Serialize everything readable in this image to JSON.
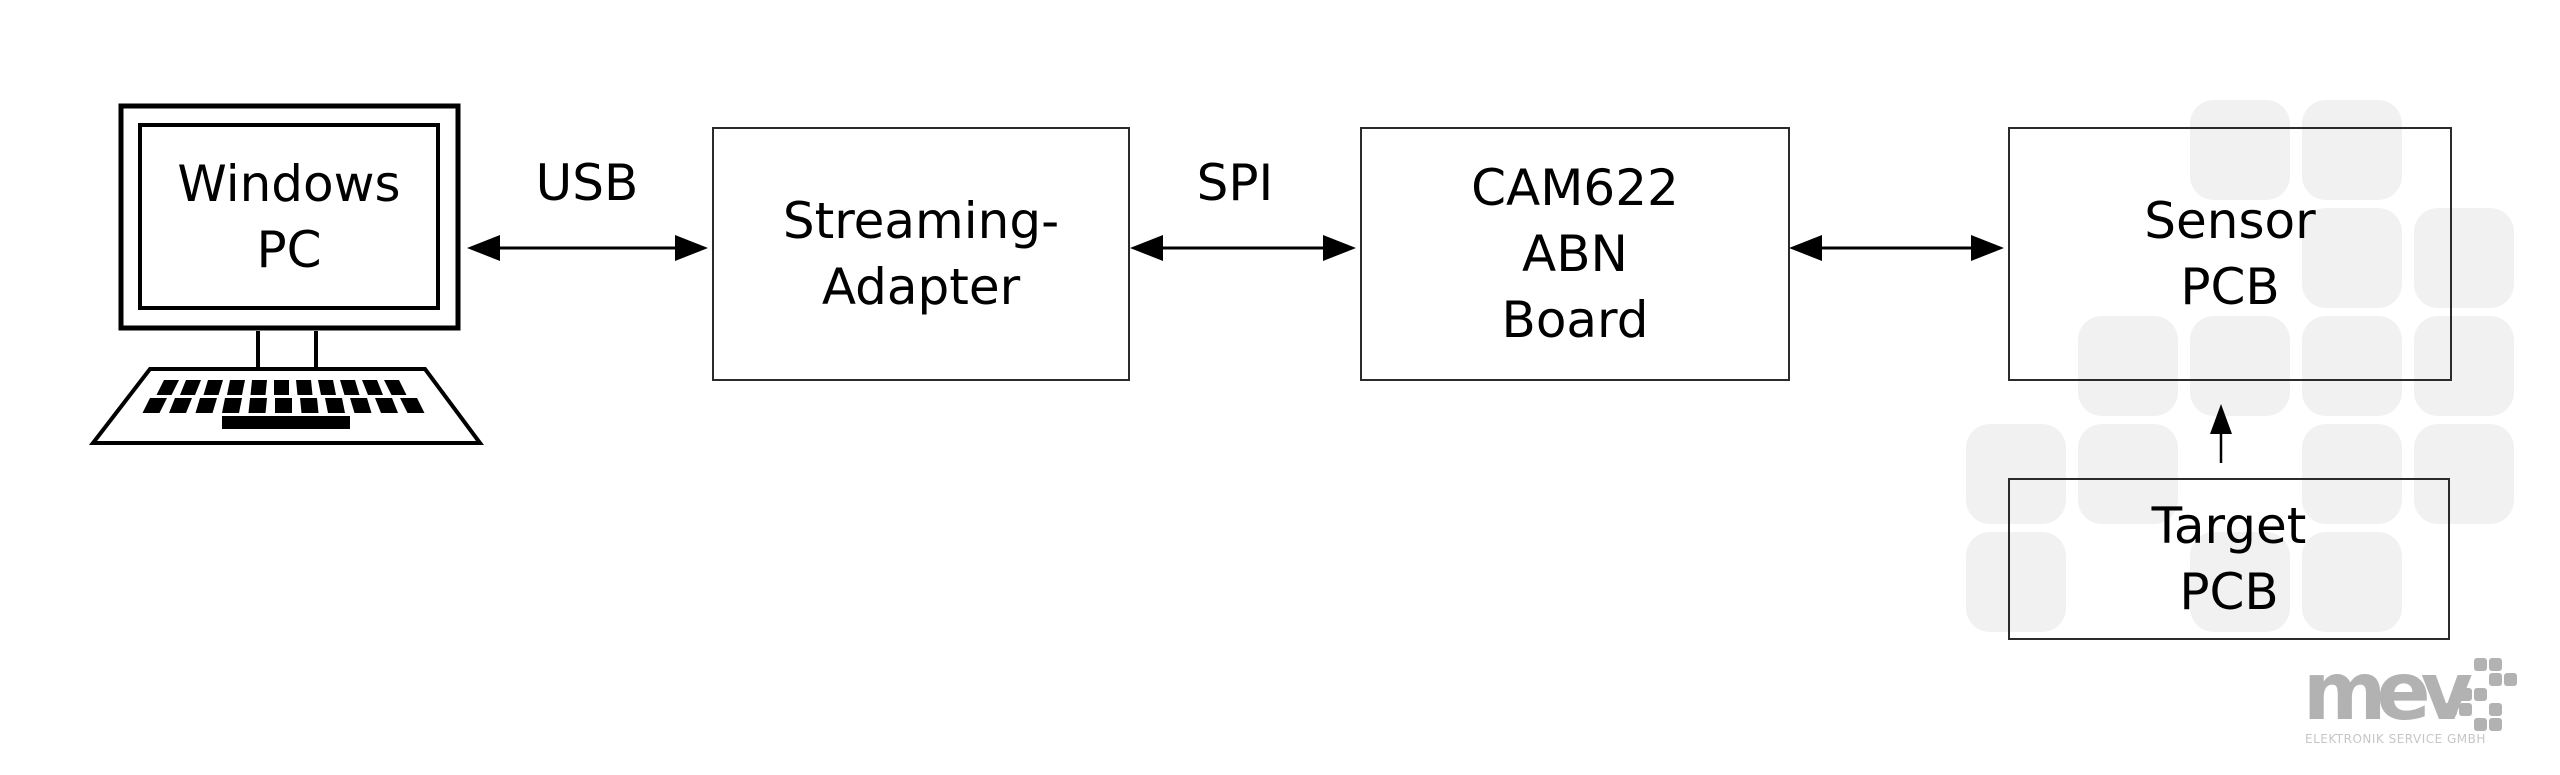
{
  "diagram": {
    "nodes": {
      "windows_pc": {
        "lines": [
          "Windows",
          "PC"
        ]
      },
      "streaming_adapter": {
        "lines": [
          "Streaming-",
          "Adapter"
        ]
      },
      "cam622_abn_board": {
        "lines": [
          "CAM622",
          "ABN",
          "Board"
        ]
      },
      "sensor_pcb": {
        "lines": [
          "Sensor",
          "PCB"
        ]
      },
      "target_pcb": {
        "lines": [
          "Target",
          "PCB"
        ]
      }
    },
    "connections": [
      {
        "from": "Windows PC",
        "to": "Streaming-Adapter",
        "label": "USB",
        "direction": "bidirectional"
      },
      {
        "from": "Streaming-Adapter",
        "to": "CAM622 ABN Board",
        "label": "SPI",
        "direction": "bidirectional"
      },
      {
        "from": "CAM622 ABN Board",
        "to": "Sensor PCB",
        "label": "",
        "direction": "bidirectional"
      },
      {
        "from": "Target PCB",
        "to": "Sensor PCB",
        "label": "",
        "direction": "unidirectional"
      }
    ],
    "branding": {
      "logo_text": "mev",
      "logo_tagline": "ELEKTRONIK SERVICE GMBH"
    },
    "colors": {
      "stroke": "#000000",
      "box_border": "#2b2b2b",
      "text": "#000000",
      "watermark": "#f1f1f1",
      "logo_gray": "#b2b2b2"
    }
  }
}
